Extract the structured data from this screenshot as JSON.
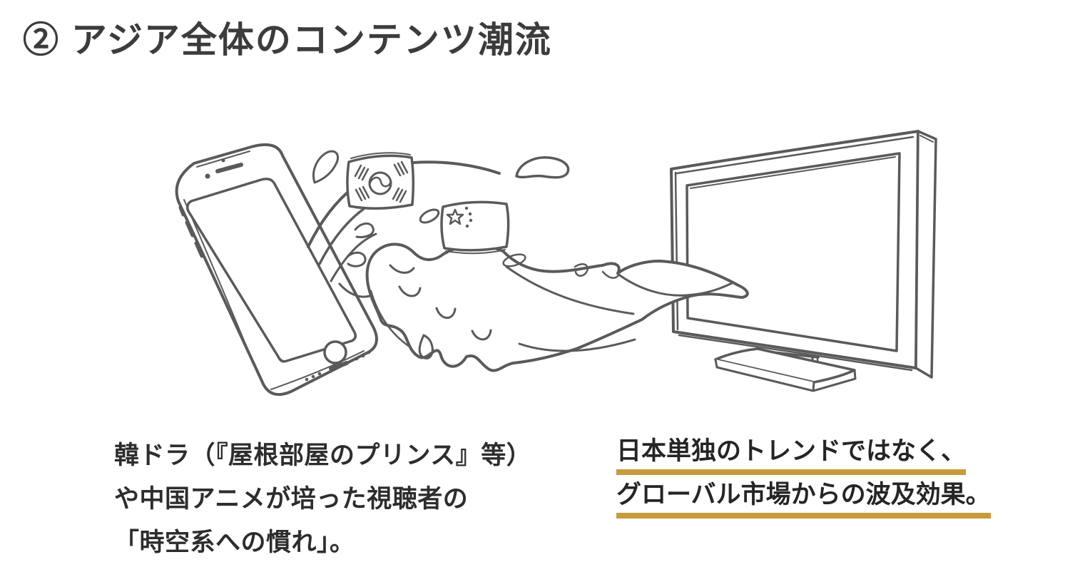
{
  "slide": {
    "title": "② アジア全体のコンテンツ潮流",
    "caption_left": {
      "lines": [
        "韓ドラ（『屋根部屋のプリンス』等）",
        "や中国アニメが培った視聴者の",
        "「時空系への慣れ」。"
      ]
    },
    "caption_right": {
      "lines": [
        "日本単独のトレンドではなく、",
        "グローバル市場からの波及効果。"
      ]
    },
    "illustration": {
      "icons": [
        "smartphone-icon",
        "splash-wave-icon",
        "korea-flag-icon",
        "china-flag-icon",
        "television-icon"
      ]
    },
    "colors": {
      "background": "#ffffff",
      "title_text": "#3c3c3c",
      "body_text": "#2d2d2d",
      "accent_underline": "#c79a3c",
      "sketch_ink": "#5a5a5a"
    }
  }
}
